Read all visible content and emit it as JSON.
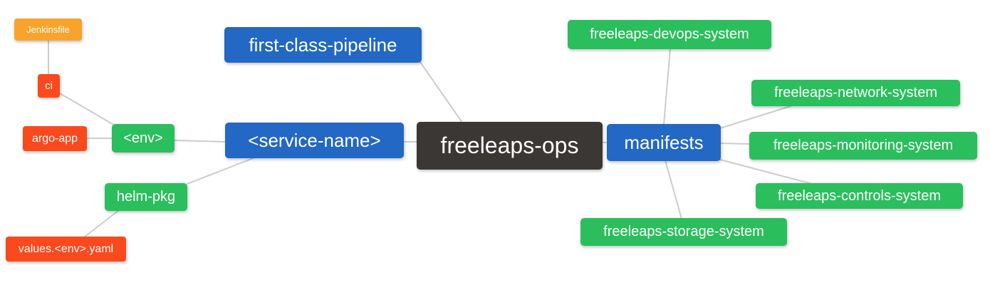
{
  "palette": {
    "background": "#FFFFFF",
    "edge": "#CCCCCC",
    "node_text": "#FFFFFF",
    "blue": "#2268C4",
    "green": "#2BBE5D",
    "orange": "#F8A42B",
    "red": "#FA491C",
    "dark": "#3B3735"
  },
  "mindmap": {
    "root_label": "freeleaps-ops",
    "nodes": [
      {
        "id": "jenkinsfile",
        "label": "Jenkinsfile",
        "color": "orange"
      },
      {
        "id": "ci",
        "label": "ci",
        "color": "red"
      },
      {
        "id": "argo-app",
        "label": "argo-app",
        "color": "red"
      },
      {
        "id": "env",
        "label": "<env>",
        "color": "green"
      },
      {
        "id": "helm-pkg",
        "label": "helm-pkg",
        "color": "green"
      },
      {
        "id": "values-env-yaml",
        "label": "values.<env>.yaml",
        "color": "red"
      },
      {
        "id": "first-class-pipeline",
        "label": "first-class-pipeline",
        "color": "blue"
      },
      {
        "id": "service-name",
        "label": "<service-name>",
        "color": "blue"
      },
      {
        "id": "freeleaps-ops",
        "label": "freeleaps-ops",
        "color": "dark"
      },
      {
        "id": "manifests",
        "label": "manifests",
        "color": "blue"
      },
      {
        "id": "freeleaps-devops-system",
        "label": "freeleaps-devops-system",
        "color": "green"
      },
      {
        "id": "freeleaps-network-system",
        "label": "freeleaps-network-system",
        "color": "green"
      },
      {
        "id": "freeleaps-monitoring-system",
        "label": "freeleaps-monitoring-system",
        "color": "green"
      },
      {
        "id": "freeleaps-controls-system",
        "label": "freeleaps-controls-system",
        "color": "green"
      },
      {
        "id": "freeleaps-storage-system",
        "label": "freeleaps-storage-system",
        "color": "green"
      }
    ],
    "edges": [
      {
        "from": "Jenkinsfile",
        "to": "ci"
      },
      {
        "from": "ci",
        "to": "<env>"
      },
      {
        "from": "argo-app",
        "to": "<env>"
      },
      {
        "from": "<env>",
        "to": "<service-name>"
      },
      {
        "from": "<service-name>",
        "to": "helm-pkg"
      },
      {
        "from": "helm-pkg",
        "to": "values.<env>.yaml"
      },
      {
        "from": "first-class-pipeline",
        "to": "freeleaps-ops"
      },
      {
        "from": "<service-name>",
        "to": "freeleaps-ops"
      },
      {
        "from": "freeleaps-ops",
        "to": "manifests"
      },
      {
        "from": "manifests",
        "to": "freeleaps-devops-system"
      },
      {
        "from": "manifests",
        "to": "freeleaps-network-system"
      },
      {
        "from": "manifests",
        "to": "freeleaps-monitoring-system"
      },
      {
        "from": "manifests",
        "to": "freeleaps-controls-system"
      },
      {
        "from": "manifests",
        "to": "freeleaps-storage-system"
      }
    ]
  }
}
